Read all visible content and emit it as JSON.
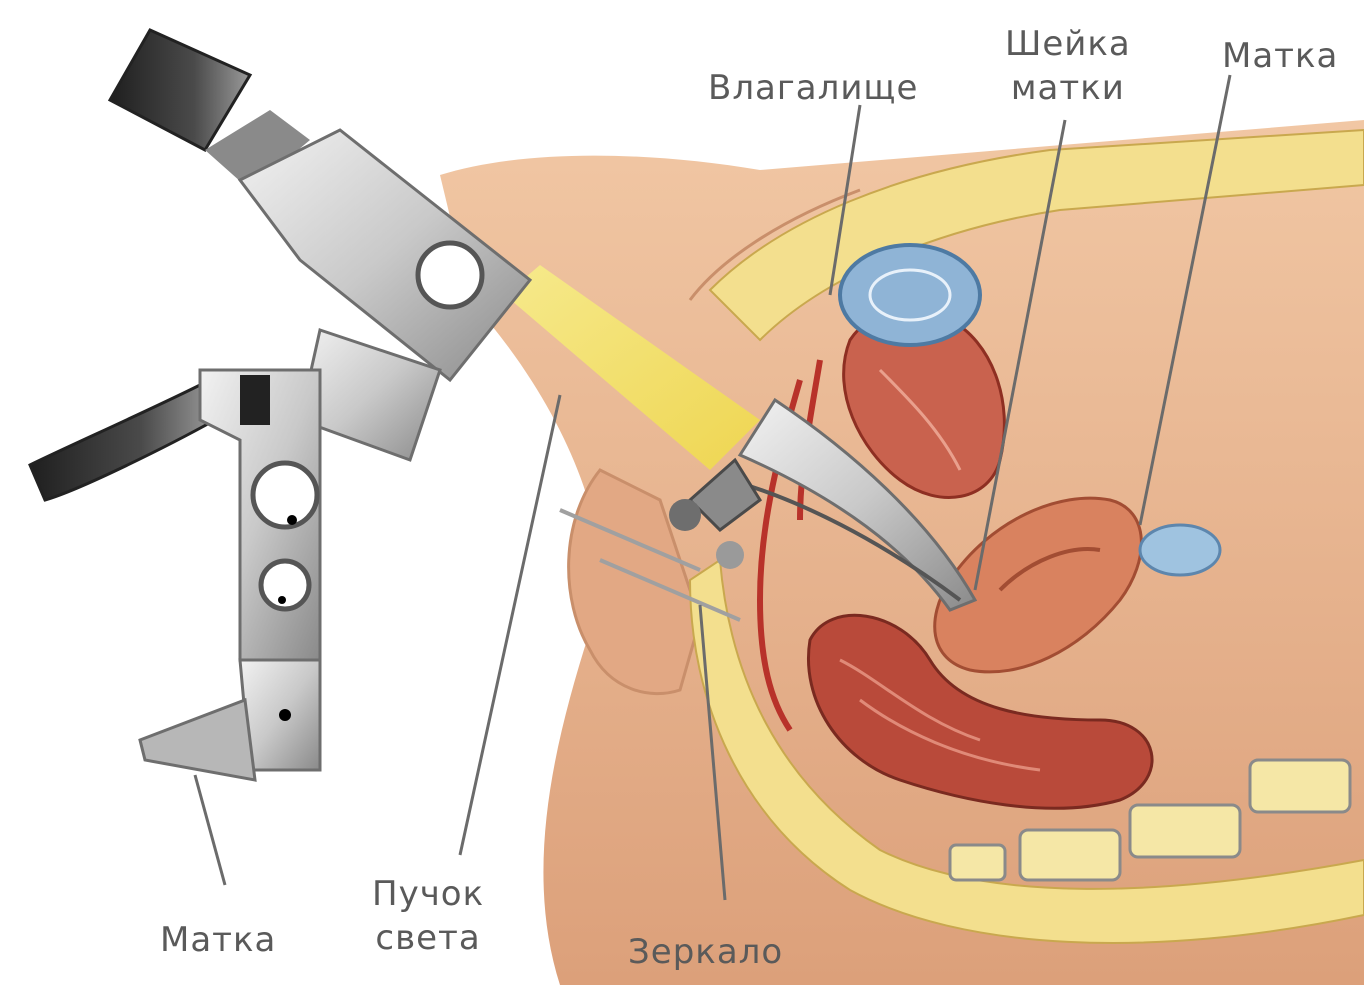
{
  "labels": {
    "vagina": "Влагалище",
    "cervix_line1": "Шейка",
    "cervix_line2": "матки",
    "uterus_top": "Матка",
    "uterus_bottom": "Матка",
    "light_line1": "Пучок",
    "light_line2": "света",
    "speculum": "Зеркало"
  },
  "colors": {
    "skin": "#e8b48f",
    "skin_shadow": "#c98f6b",
    "fat": "#f3df8e",
    "organ": "#c9624e",
    "organ_dark": "#8e2f22",
    "vessel": "#b8322a",
    "bladder": "#8fb4d6",
    "metal": "#c9c9c9",
    "metal_dark": "#6e6e6e",
    "handle": "#2e2e2e",
    "light_beam": "#f2e25a",
    "label_text": "#5a5a5a",
    "leader_line": "#6b6b6b"
  },
  "icons": [
    "colposcope-icon",
    "speculum-icon"
  ]
}
